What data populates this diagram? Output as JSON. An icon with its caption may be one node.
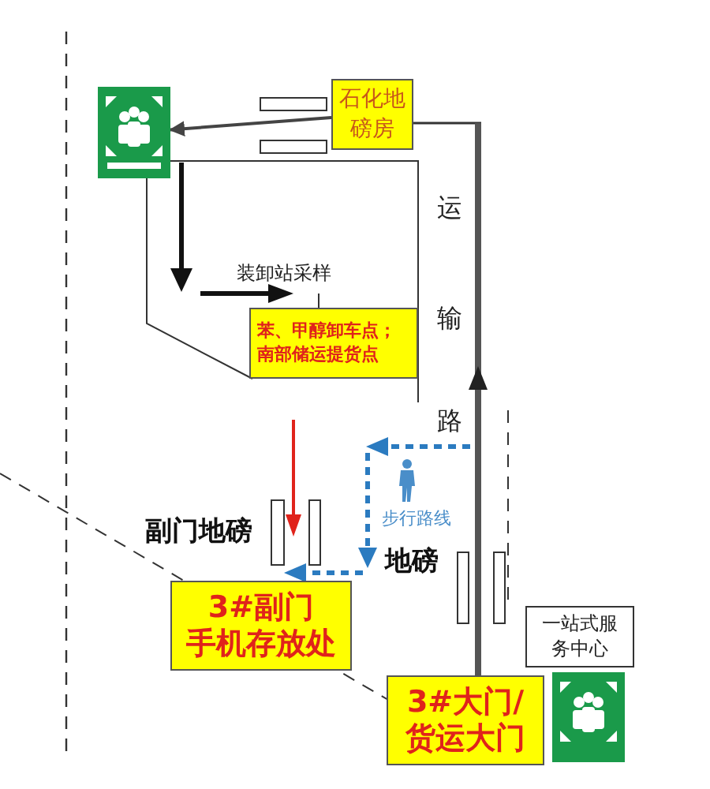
{
  "diagram": {
    "nodes": [
      {
        "text": [],
        "shape": "box"
      },
      {
        "text": [
          "石化地磅房"
        ]
      },
      {
        "text": [
          "苯、甲醇卸车点；南部储运提货点"
        ]
      },
      {
        "text": [
          "3#副门",
          "手机存放处"
        ]
      },
      {
        "text": [
          "一站式服务中心"
        ]
      },
      {
        "text": [
          "3#大门/",
          "货运大门"
        ]
      }
    ],
    "edges": [
      {
        "from": 1,
        "to": 0,
        "arrow": "to"
      }
    ],
    "labels": [
      "装卸站采样",
      "运",
      "输",
      "路",
      "副门地磅",
      "步行路线",
      "地磅"
    ]
  }
}
